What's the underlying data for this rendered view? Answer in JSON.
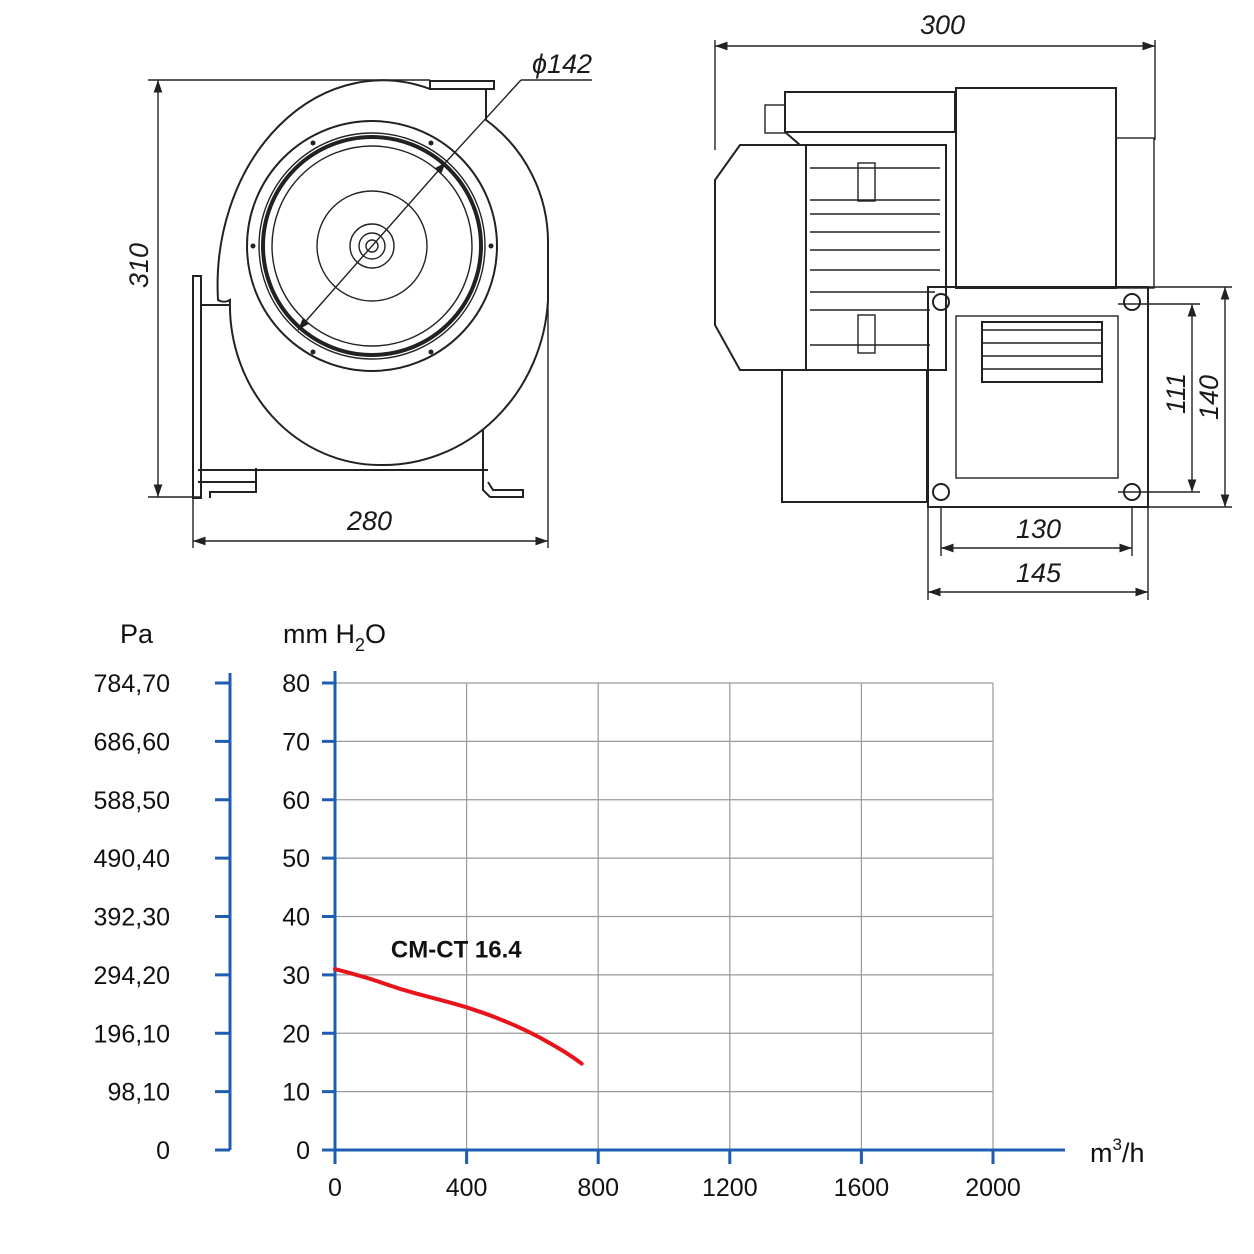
{
  "drawing": {
    "dims": {
      "diameter": "ϕ142",
      "height": "310",
      "width_front": "280",
      "depth": "300",
      "outlet_inner_h": "111",
      "outlet_outer_h": "140",
      "outlet_inner_w": "130",
      "outlet_outer_w": "145"
    }
  },
  "chart_data": {
    "type": "line",
    "x_unit_base": "m",
    "x_unit_sup": "3",
    "x_unit_tail": "/h",
    "y_unit_pre": "mm H",
    "y_unit_sub": "2",
    "y_unit_post": "O",
    "y2_unit": "Pa",
    "xlim": [
      0,
      2000
    ],
    "ylim": [
      0,
      80
    ],
    "x_ticks": [
      "0",
      "400",
      "800",
      "1200",
      "1600",
      "2000"
    ],
    "y_ticks": [
      "0",
      "10",
      "20",
      "30",
      "40",
      "50",
      "60",
      "70",
      "80"
    ],
    "pa_ticks": [
      "0",
      "98,10",
      "196,10",
      "294,20",
      "392,30",
      "490,40",
      "588,50",
      "686,60",
      "784,70"
    ],
    "grid": true,
    "series": [
      {
        "name": "CM-CT 16.4",
        "color": "#e8141c",
        "x": [
          0,
          100,
          200,
          300,
          400,
          500,
          600,
          700,
          750
        ],
        "y": [
          31,
          29.5,
          27.5,
          26,
          24.5,
          22.5,
          20,
          16.8,
          14.8
        ]
      }
    ],
    "axis_color": "#1f5db5",
    "grid_color": "#9a9a9a"
  }
}
